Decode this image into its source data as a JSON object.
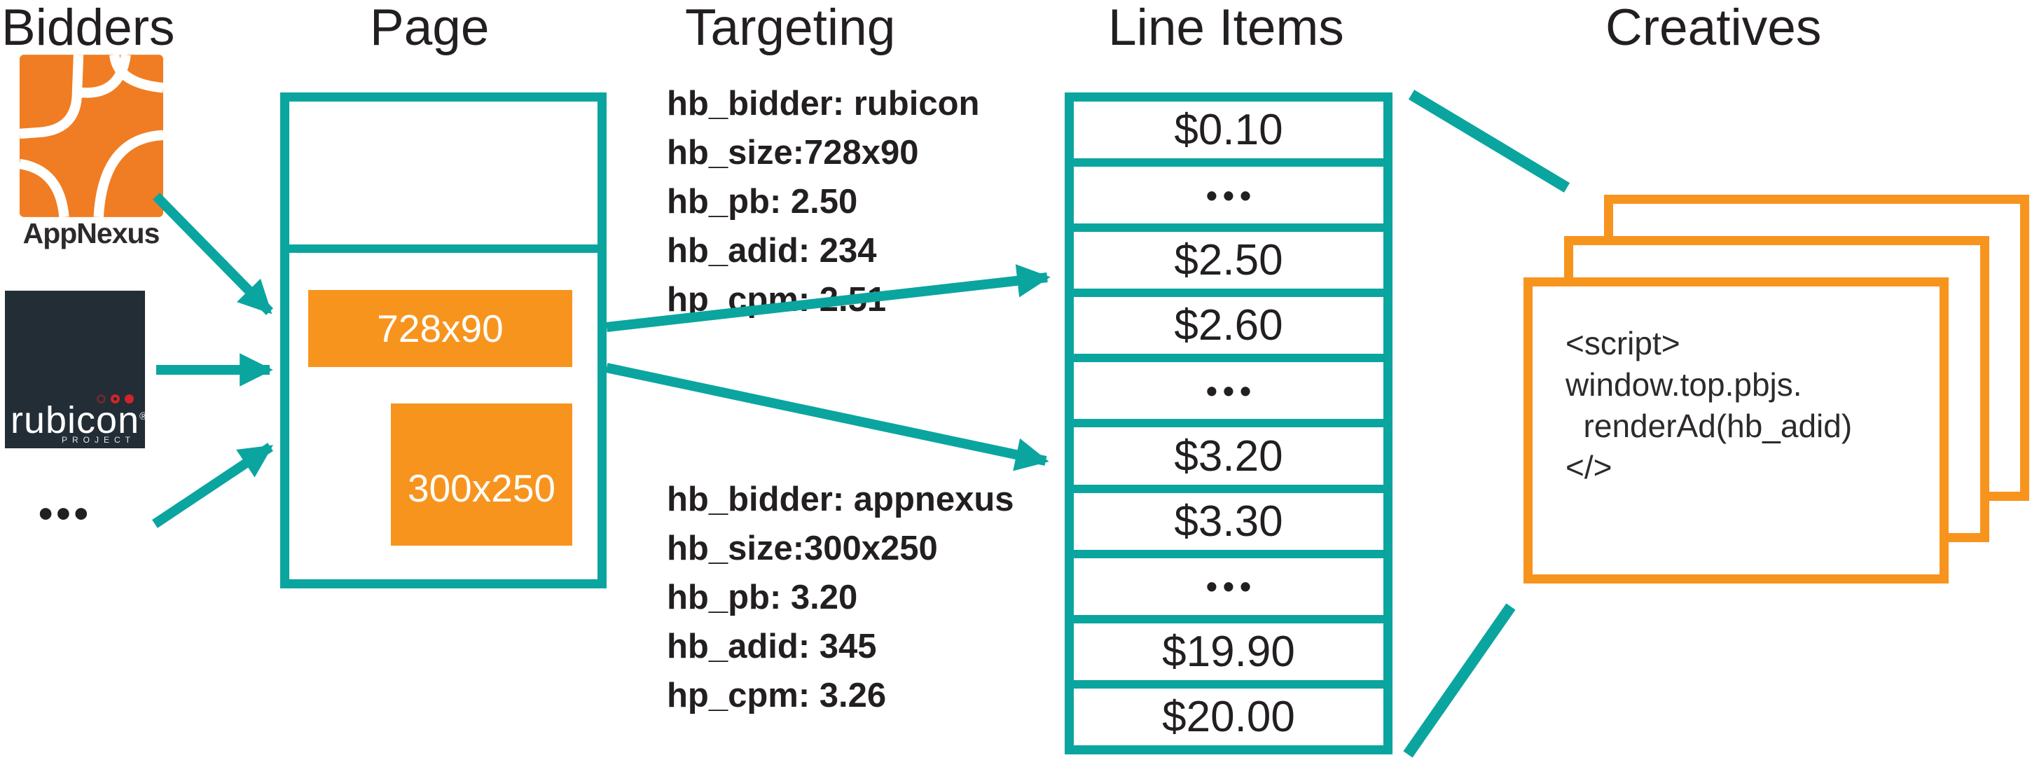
{
  "titles": {
    "bidders": "Bidders",
    "page": "Page",
    "targeting": "Targeting",
    "line_items": "Line Items",
    "creatives": "Creatives"
  },
  "bidders": {
    "appnexus_label": "AppNexus",
    "rubicon_word": "rubicon",
    "rubicon_reg": "®",
    "rubicon_project": "PROJECT",
    "more_label": "•••"
  },
  "page": {
    "slots": [
      {
        "label": "728x90"
      },
      {
        "label": "300x250"
      }
    ]
  },
  "targeting": {
    "block_rubicon": {
      "lines": [
        "hb_bidder: rubicon",
        "hb_size:728x90",
        "hb_pb: 2.50",
        "hb_adid: 234",
        "hp_cpm: 2.51"
      ]
    },
    "block_appnexus": {
      "lines": [
        "hb_bidder: appnexus",
        "hb_size:300x250",
        "hb_pb: 3.20",
        "hb_adid: 345",
        "hp_cpm: 3.26"
      ]
    }
  },
  "line_items": {
    "rows": [
      "$0.10",
      "•••",
      "$2.50",
      "$2.60",
      "•••",
      "$3.20",
      "$3.30",
      "•••",
      "$19.90",
      "$20.00"
    ]
  },
  "creatives": {
    "code_lines": [
      "<script>",
      "window.top.pbjs.",
      "  renderAd(hb_adid)",
      "</>"
    ]
  },
  "colors": {
    "teal": "#0BA5A0",
    "orange": "#F7941E",
    "appnexus_orange": "#F07D23",
    "rubicon_bg": "#222D36",
    "red": "#D2232A",
    "text": "#231F20"
  }
}
